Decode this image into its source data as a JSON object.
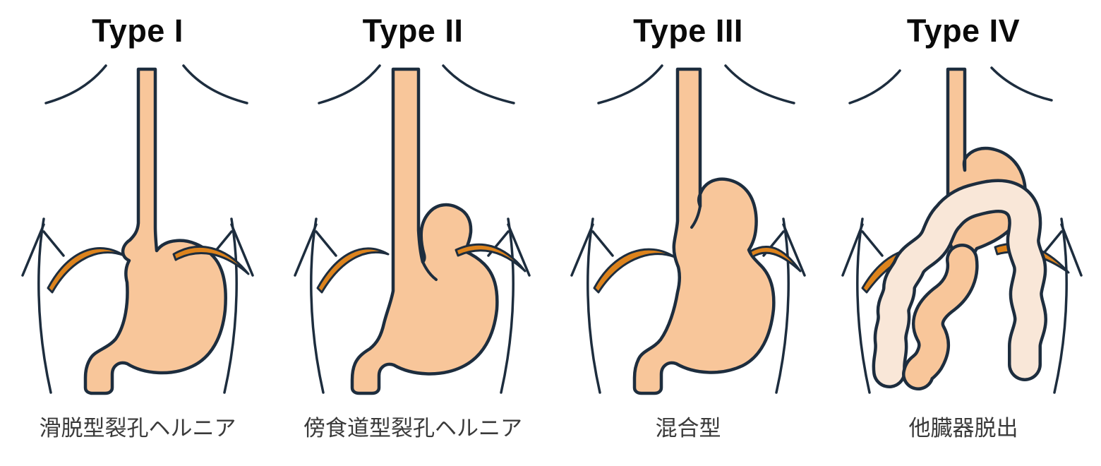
{
  "figure_type": "medical-illustration",
  "panels": [
    {
      "id": "type-1",
      "title": "Type I",
      "label": "滑脱型裂孔ヘルニア"
    },
    {
      "id": "type-2",
      "title": "Type II",
      "label": "傍食道型裂孔ヘルニア"
    },
    {
      "id": "type-3",
      "title": "Type III",
      "label": "混合型"
    },
    {
      "id": "type-4",
      "title": "Type IV",
      "label": "他臓器脱出"
    }
  ],
  "colors": {
    "background": "#ffffff",
    "outline": "#1d2d3e",
    "organ_fill": "#f8c69a",
    "diaphragm_fill": "#dd831c",
    "bowel_fill": "#f9e7d8",
    "title_text": "#0a0a0a",
    "label_text": "#3a3a3a"
  },
  "icons": {
    "torso": "torso-outline",
    "diaphragm": "diaphragm-crescent",
    "stomach": "esophagus-stomach",
    "bowel": "bowel-loops"
  }
}
